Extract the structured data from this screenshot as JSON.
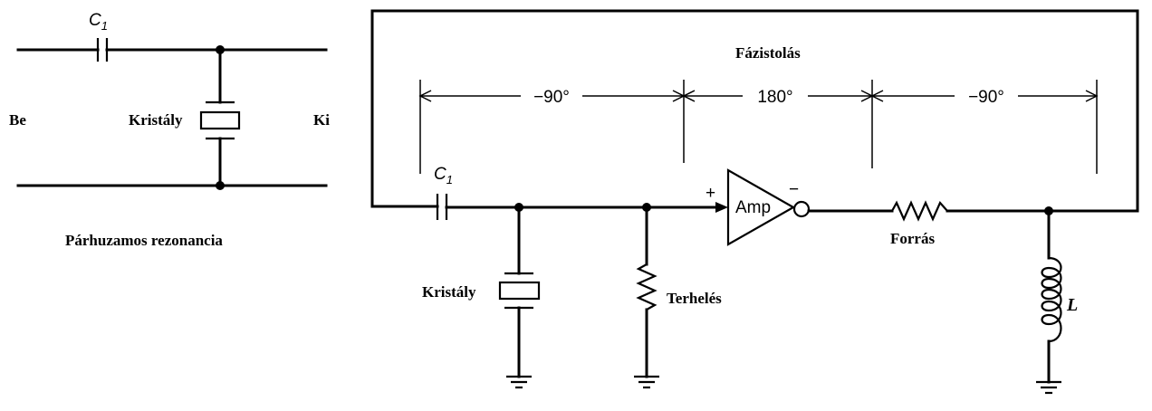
{
  "left_circuit": {
    "capacitor_label": "C",
    "capacitor_subscript": "1",
    "input_label": "Be",
    "output_label": "Ki",
    "crystal_label": "Kristály",
    "caption": "Párhuzamos rezonancia"
  },
  "right_circuit": {
    "phase_shift_title": "Fázistolás",
    "phase_segments": [
      "−90°",
      "180°",
      "−90°"
    ],
    "capacitor_label": "C",
    "capacitor_subscript": "1",
    "crystal_label": "Kristály",
    "load_label": "Terhelés",
    "amplifier_label": "Amp",
    "amp_plus": "+",
    "amp_minus": "−",
    "source_label": "Forrás",
    "inductor_label": "L"
  }
}
